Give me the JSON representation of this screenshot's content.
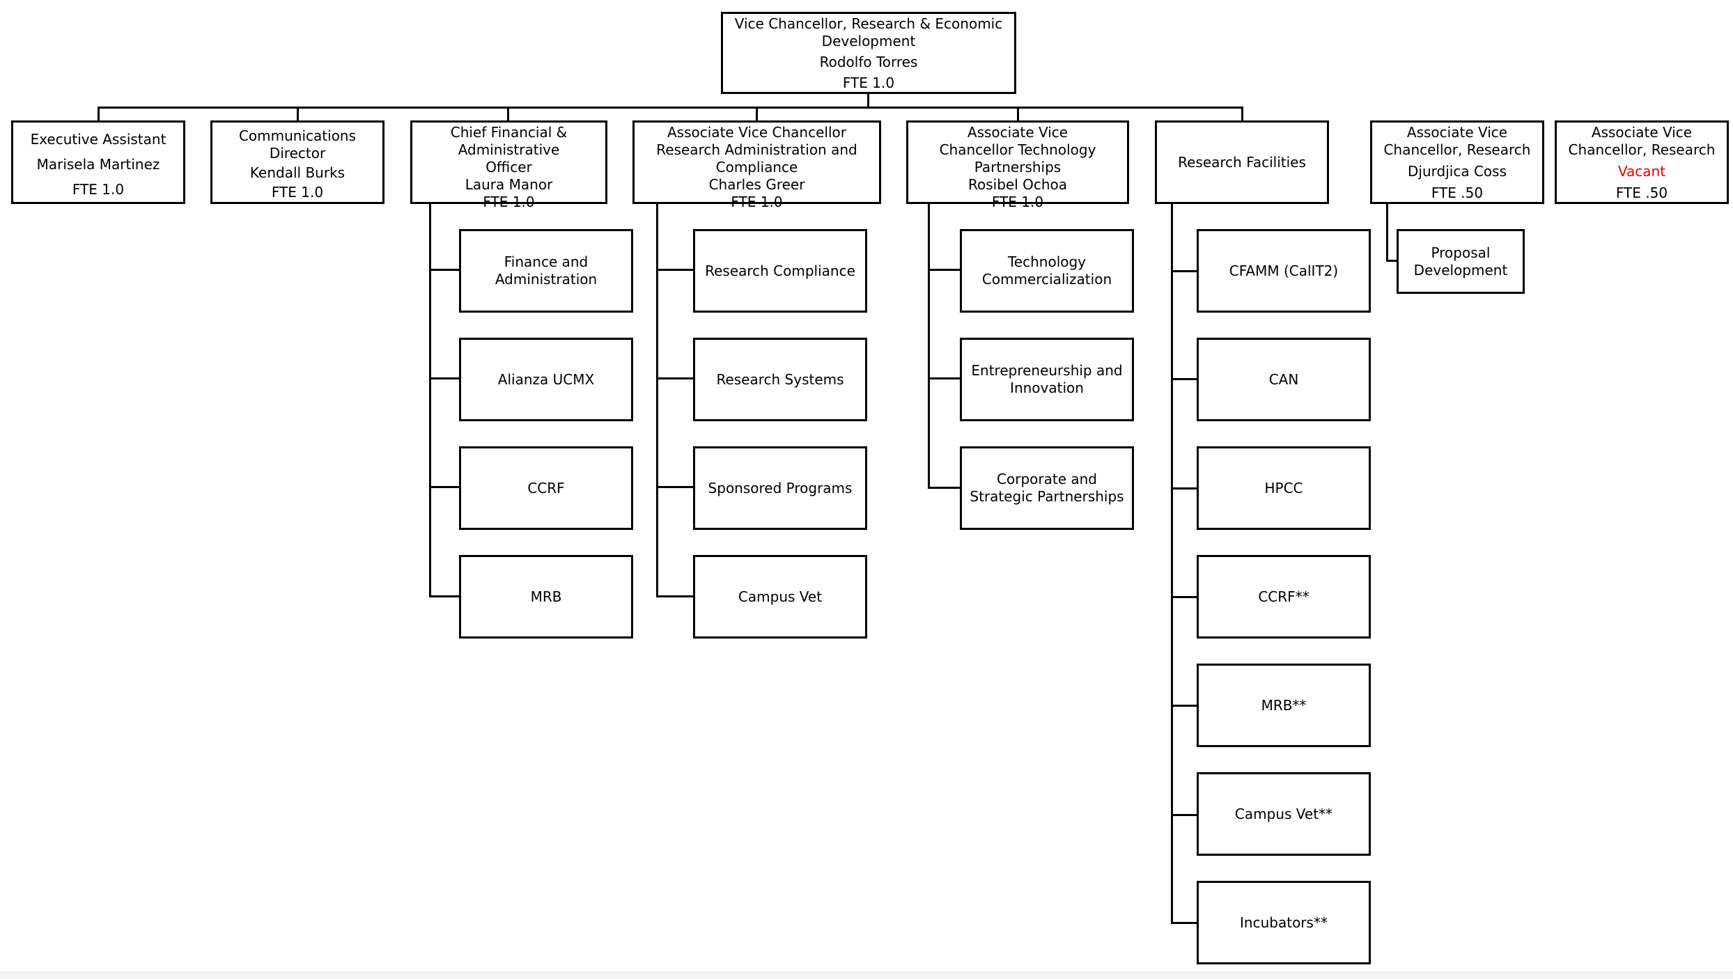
{
  "org_chart": {
    "head": {
      "title": "Vice Chancellor, Research & Economic Development",
      "person": "Rodolfo Torres",
      "fte": "FTE 1.0"
    },
    "direct_reports": [
      {
        "title": "Executive Assistant",
        "person": "Marisela Martinez",
        "fte": "FTE 1.0"
      },
      {
        "title": "Communications Director",
        "person": "Kendall Burks",
        "fte": "FTE 1.0"
      },
      {
        "title": "Chief Financial & Administrative Officer",
        "person": "Laura Manor",
        "fte": "FTE 1.0",
        "units": [
          "Finance and Administration",
          "Alianza UCMX",
          "CCRF",
          "MRB"
        ]
      },
      {
        "title": "Associate Vice Chancellor Research Administration and Compliance",
        "person": "Charles Greer",
        "fte": "FTE 1.0",
        "units": [
          "Research Compliance",
          "Research Systems",
          "Sponsored Programs",
          "Campus Vet"
        ]
      },
      {
        "title": "Associate Vice Chancellor Technology Partnerships",
        "person": "Rosibel Ochoa",
        "fte": "FTE 1.0",
        "units": [
          "Technology Commercialization",
          "Entrepreneurship and Innovation",
          "Corporate and Strategic Partnerships"
        ]
      },
      {
        "title": "Research Facilities",
        "units": [
          "CFAMM (CalIT2)",
          "CAN",
          "HPCC",
          "CCRF**",
          "MRB**",
          "Campus Vet**",
          "Incubators**"
        ]
      },
      {
        "title": "Associate Vice Chancellor, Research",
        "person": "Djurdjica Coss",
        "fte": "FTE .50",
        "units": [
          "Proposal Development"
        ]
      },
      {
        "title": "Associate Vice Chancellor, Research",
        "person": "Vacant",
        "fte": "FTE .50",
        "person_color": "#e60000"
      }
    ]
  }
}
